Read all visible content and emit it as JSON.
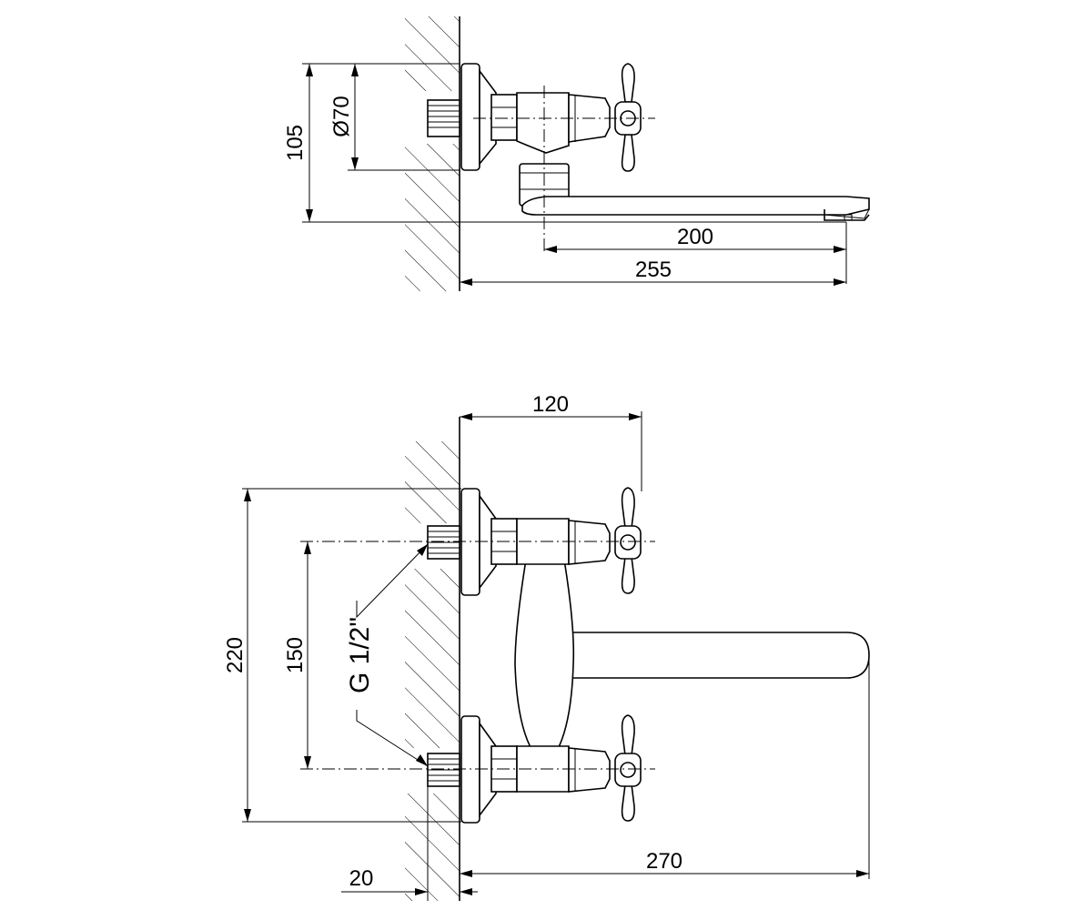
{
  "top_view": {
    "dim_height": "105",
    "dim_flange_diameter": "Ø70",
    "dim_spout_reach": "200",
    "dim_total_depth": "255"
  },
  "front_view": {
    "dim_handle_depth": "120",
    "dim_total_height": "220",
    "dim_inlet_spacing": "150",
    "thread_label": "G 1/2\"",
    "dim_thread_length": "20",
    "dim_spout_length": "270"
  }
}
